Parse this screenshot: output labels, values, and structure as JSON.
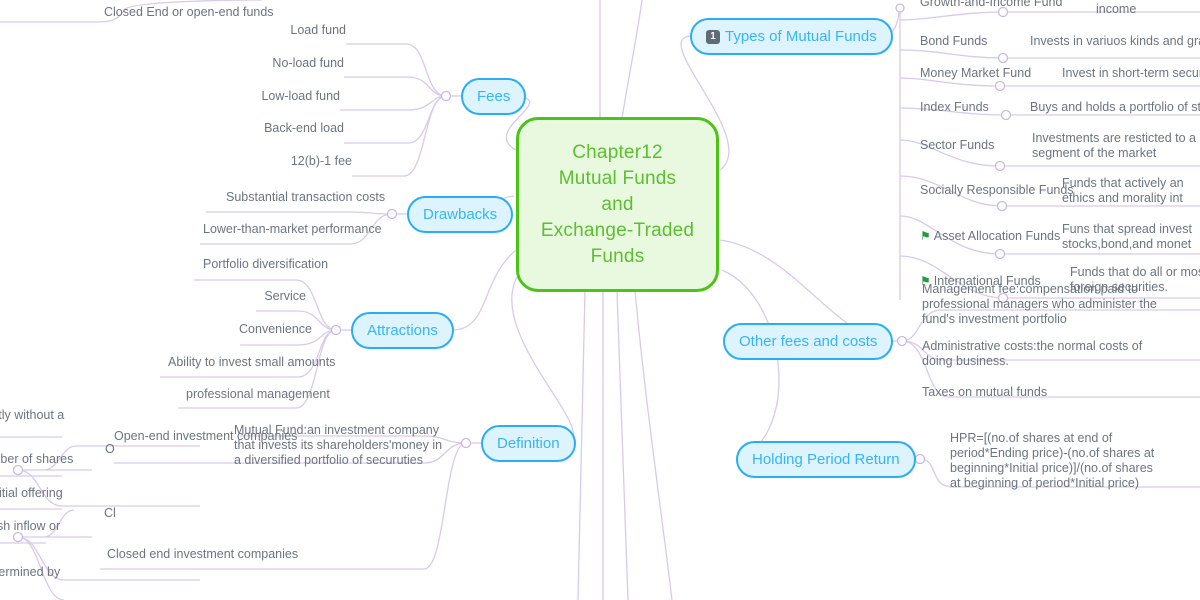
{
  "theme": {
    "root_fill": "#e9f9e0",
    "root_border": "#4cc417",
    "root_text": "#5bbf2e",
    "branch_fill": "#ddf3fd",
    "branch_border": "#29adf5",
    "branch_text": "#35b6f6",
    "leaf_text": "#6b7580",
    "wire": "#d9c9ec",
    "flag_color": "#1f9d3f",
    "background": "#ffffff"
  },
  "root": {
    "title": "Chapter12\nMutual Funds\nand\nExchange-Traded\nFunds",
    "lines": [
      "Chapter12",
      "Mutual Funds",
      "and",
      "Exchange-Traded",
      "Funds"
    ]
  },
  "branches": {
    "types_of_mutual_funds": {
      "label": "Types of Mutual Funds",
      "badge_icon": "keycap-1-icon",
      "badge_text": "1",
      "children": [
        {
          "label": "Growth-and-Income Fund",
          "desc": "income"
        },
        {
          "label": "Bond Funds",
          "desc": "Invests in variuos kinds and grades of"
        },
        {
          "label": "Money Market Fund",
          "desc": "Invest in short-term securities"
        },
        {
          "label": "Index Funds",
          "desc": "Buys and holds a portfolio of stocks("
        },
        {
          "label": "Sector Funds",
          "desc": "Investments are resticted to a partic\nsegment of the market"
        },
        {
          "label": "Socially Responsible Funds",
          "desc": "Funds that actively an\nethics and morality int"
        },
        {
          "label": "Asset Allocation Funds",
          "flag": true,
          "desc": "Funs that spread invest\nstocks,bond,and monet"
        },
        {
          "label": "International Funds",
          "flag": true,
          "desc": "Funds that do all or most of\nforeign securities."
        }
      ]
    },
    "other_fees_and_costs": {
      "label": "Other fees and costs",
      "children": [
        {
          "label": "Management fee:compensation paid to professional managers who administer the fund's investment portfolio"
        },
        {
          "label": "Administrative costs:the normal costs of doing business."
        },
        {
          "label": "Taxes on mutual funds"
        }
      ]
    },
    "holding_period_return": {
      "label": "Holding Period Return",
      "children": [
        {
          "label": "HPR=[(no.of shares at end of period*Ending price)-(no.of shares at beginning*Initial price)]/(no.of shares at beginning of period*Initial price)"
        }
      ]
    },
    "fees": {
      "label": "Fees",
      "children": [
        {
          "label": "Load fund"
        },
        {
          "label": "No-load fund"
        },
        {
          "label": "Low-load fund"
        },
        {
          "label": "Back-end load"
        },
        {
          "label": "12(b)-1 fee"
        }
      ]
    },
    "drawbacks": {
      "label": "Drawbacks",
      "children": [
        {
          "label": "Substantial transaction costs"
        },
        {
          "label": "Lower-than-market performance"
        }
      ]
    },
    "attractions": {
      "label": "Attractions",
      "children": [
        {
          "label": "Portfolio diversification"
        },
        {
          "label": "Service"
        },
        {
          "label": "Convenience"
        },
        {
          "label": "Ability to invest small amounts"
        },
        {
          "label": "professional management"
        }
      ]
    },
    "definition": {
      "label": "Definition",
      "children": [
        {
          "label": "Mutual Fund:an investment company that invests its shareholders'money in a diversified portfolio of securuties"
        },
        {
          "label": "Open-end investment companies"
        },
        {
          "label": "Closed end investment companies"
        }
      ]
    }
  },
  "clipped_labels": {
    "top_left": "Closed End or open-end funds",
    "left_edge": [
      "ctly without a",
      "mber of shares",
      "nitial offering",
      "ash inflow or",
      "etermined by"
    ],
    "left_edge_partial_nodes": [
      "O",
      "Cl"
    ]
  }
}
